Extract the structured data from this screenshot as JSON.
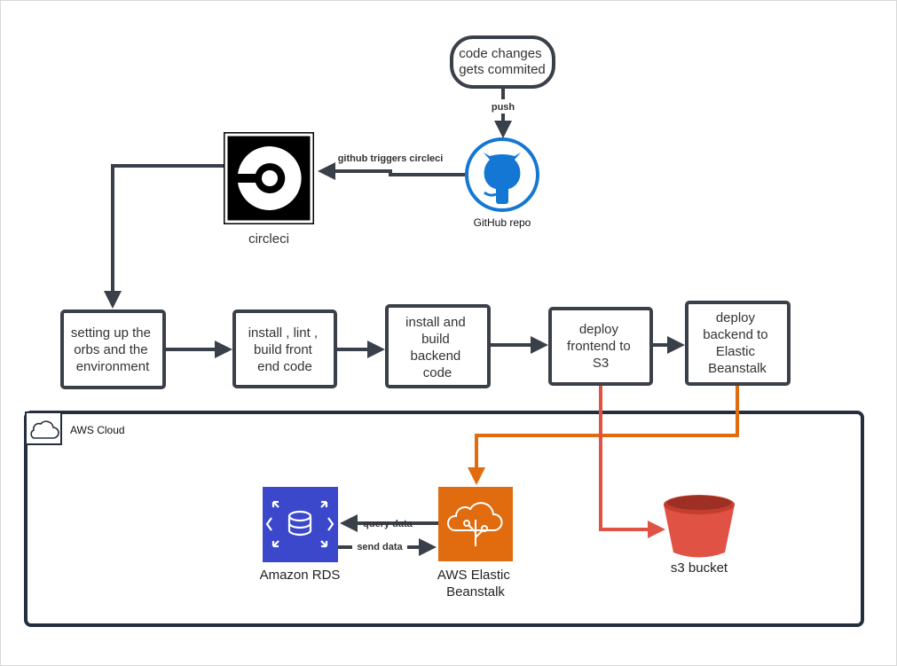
{
  "nodes": {
    "code_changes": [
      "code changes",
      "gets commited"
    ],
    "github": "GitHub repo",
    "circleci": "circleci",
    "step1": [
      "setting up the",
      "orbs and the",
      "environment"
    ],
    "step2": [
      "install , lint ,",
      "build front",
      "end code"
    ],
    "step3": [
      "install and",
      "build",
      "backend",
      "code"
    ],
    "step4": [
      "deploy",
      "frontend to",
      "S3"
    ],
    "step5": [
      "deploy",
      "backend to",
      "Elastic",
      "Beanstalk"
    ],
    "aws_cloud": "AWS Cloud",
    "rds": "Amazon RDS",
    "beanstalk": [
      "AWS Elastic",
      "Beanstalk"
    ],
    "s3": "s3 bucket"
  },
  "edges": {
    "push": "push",
    "github_triggers": "github triggers circleci",
    "query_data": "query data",
    "send_data": "send data"
  },
  "icons": {
    "github": "github-octocat-icon",
    "circleci": "circleci-logo-icon",
    "cloud": "cloud-icon",
    "rds": "database-icon",
    "beanstalk": "elastic-beanstalk-icon",
    "s3": "bucket-icon"
  },
  "colors": {
    "github_blue": "#1477d4",
    "rds_blue": "#3b48cc",
    "beanstalk_orange": "#e06c0f",
    "s3_red": "#e05243",
    "line_dark": "#3a4049"
  }
}
